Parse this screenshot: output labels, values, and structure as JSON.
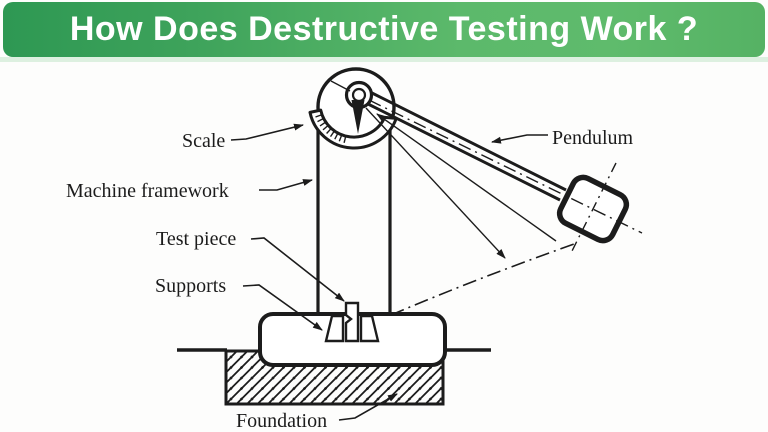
{
  "banner": {
    "title": "How Does Destructive Testing Work ?",
    "text_color": "#ffffff",
    "gradient_left": "#2e9853",
    "gradient_right": "#5cb96b"
  },
  "diagram": {
    "labels": {
      "scale": "Scale",
      "machine_framework": "Machine framework",
      "test_piece": "Test piece",
      "supports": "Supports",
      "pendulum": "Pendulum",
      "foundation": "Foundation"
    },
    "ink_color": "#1c1c1c",
    "background": "#ffffff"
  }
}
